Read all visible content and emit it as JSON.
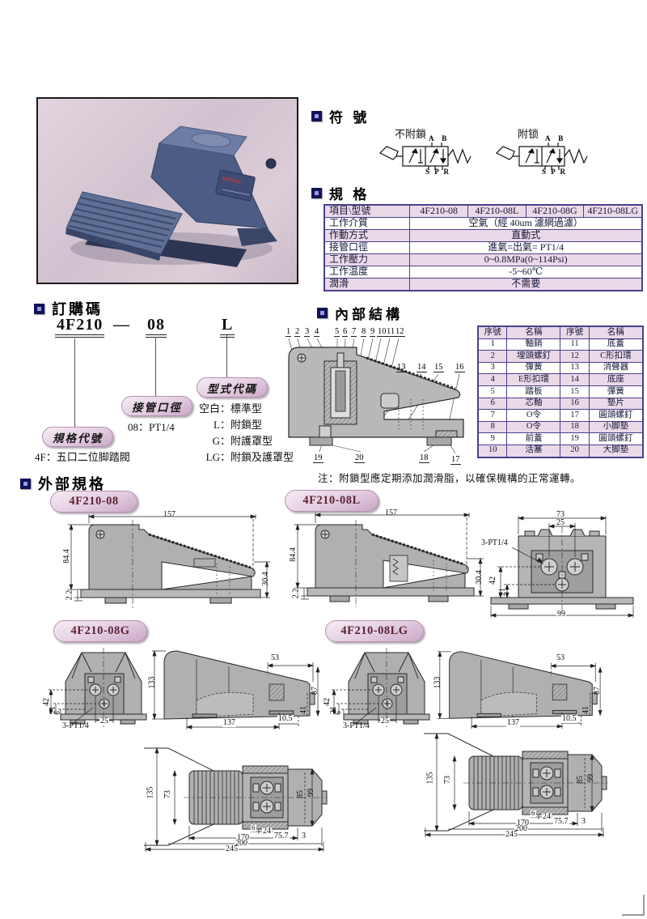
{
  "symbol_section": {
    "title": "符 號",
    "unlocked_label": "不附鎖",
    "locked_label": "附锁",
    "top_ports": "A B",
    "bottom_ports": "S P R"
  },
  "spec_section": {
    "title": "規 格",
    "table": {
      "header": [
        "項目\\型號",
        "4F210-08",
        "4F210-08L",
        "4F210-08G",
        "4F210-08LG"
      ],
      "rows": [
        {
          "label": "工作介質",
          "value": "空氣（經 40um 濾網過濾）"
        },
        {
          "label": "作動方式",
          "value": "直動式"
        },
        {
          "label": "接管口徑",
          "value": "進氣=出氣= PT1/4"
        },
        {
          "label": "工作壓力",
          "value": "0~0.8MPa(0~114Psi)"
        },
        {
          "label": "工作温度",
          "value": "-5~60℃"
        },
        {
          "label": "潤滑",
          "value": "不需要"
        }
      ]
    }
  },
  "order_section": {
    "title": "訂購碼",
    "code": {
      "base": "4F210",
      "dash": "—",
      "port": "08",
      "type": "L"
    },
    "spec_pill": "規格代號",
    "spec_desc": "4F：五口二位脚踏閥",
    "port_pill": "接管口徑",
    "port_desc": "08：PT1/4",
    "type_pill": "型式代碼",
    "type_opts": [
      {
        "code": "空白：",
        "name": "標準型"
      },
      {
        "code": "L：",
        "name": "附鎖型"
      },
      {
        "code": "G：",
        "name": "附護罩型"
      },
      {
        "code": "LG：",
        "name": "附鎖及護罩型"
      }
    ]
  },
  "internal_section": {
    "title": "內部結構",
    "callouts_top": [
      "1",
      "2",
      "3",
      "4",
      "5",
      "6",
      "7",
      "8",
      "9",
      "10",
      "11",
      "12"
    ],
    "callouts_right": [
      "13",
      "14",
      "15",
      "16"
    ],
    "callouts_bottom": [
      "19",
      "20",
      "18",
      "17"
    ],
    "table": {
      "header": [
        "序號",
        "名稱",
        "序號",
        "名稱"
      ],
      "rows": [
        [
          "1",
          "軸銷",
          "11",
          "底蓋"
        ],
        [
          "2",
          "埋頭螺釘",
          "12",
          "C形扣環"
        ],
        [
          "3",
          "彈簧",
          "13",
          "消聲器"
        ],
        [
          "4",
          "E形扣環",
          "14",
          "底座"
        ],
        [
          "5",
          "踏板",
          "15",
          "彈簧"
        ],
        [
          "6",
          "芯軸",
          "16",
          "墊片"
        ],
        [
          "7",
          "O令",
          "17",
          "圓頭螺釘"
        ],
        [
          "8",
          "O令",
          "18",
          "小脚墊"
        ],
        [
          "9",
          "前蓋",
          "19",
          "圓頭螺釘"
        ],
        [
          "10",
          "活塞",
          "20",
          "大脚墊"
        ]
      ]
    },
    "note": "注：附鎖型應定期添加潤滑脂，以確保機構的正常運轉。"
  },
  "external_section": {
    "title": "外部規格",
    "d08": {
      "badge": "4F210-08",
      "w": "157",
      "h": "84.4",
      "t": "2.2",
      "p": "30.4"
    },
    "d08l": {
      "badge": "4F210-08L",
      "w": "157",
      "h": "84.4",
      "t": "2.2",
      "p": "30.4"
    },
    "d08g": {
      "badge": "4F210-08G"
    },
    "d08lg": {
      "badge": "4F210-08LG"
    },
    "rear": {
      "w73": "73",
      "w25": "25",
      "port": "3-PT1/4",
      "h42": "42",
      "h21": "21",
      "w99": "99"
    },
    "frontg": {
      "h42": "42",
      "h21": "21",
      "h6": "6",
      "port": "3-PT1/4",
      "w25": "25"
    },
    "sideg": {
      "h133": "133",
      "t53": "53",
      "r87": "87",
      "r41": "41",
      "b137": "137",
      "b105": "10.5"
    },
    "topview": {
      "l135": "135",
      "l73": "73",
      "r85": "85",
      "r99": "99",
      "d6": "6",
      "d24": "24",
      "d757": "75.7",
      "d3": "3",
      "d170": "170",
      "d200": "200",
      "d245": "245"
    }
  }
}
